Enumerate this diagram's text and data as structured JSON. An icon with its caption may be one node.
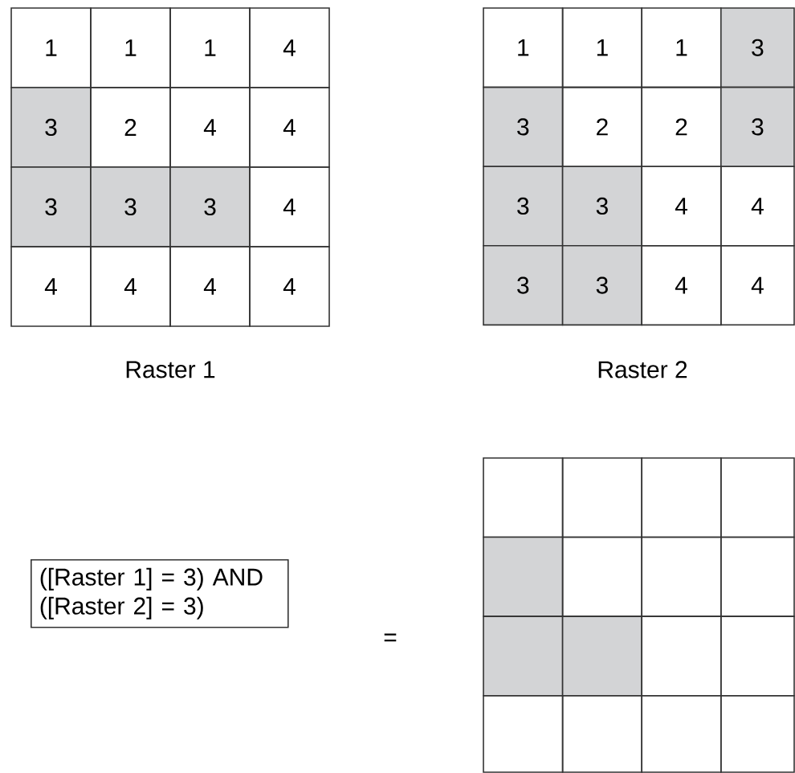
{
  "diagram": {
    "nodes": [
      {
        "text": [
          "([Raster 1] = 3) AND ([Raster 2] = 3)"
        ]
      }
    ],
    "edges": [],
    "labels": [
      "1",
      "1",
      "1",
      "4",
      "3",
      "2",
      "4",
      "4",
      "3",
      "3",
      "3",
      "4",
      "4",
      "4",
      "4",
      "4",
      "Raster 1",
      "1",
      "1",
      "1",
      "3",
      "3",
      "2",
      "2",
      "3",
      "3",
      "3",
      "4",
      "4",
      "3",
      "3",
      "4",
      "4",
      "Raster 2",
      "="
    ]
  }
}
